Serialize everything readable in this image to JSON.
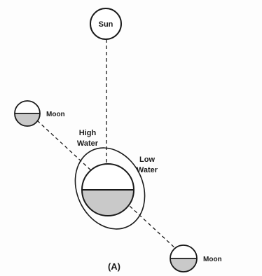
{
  "labels": {
    "sun": "Sun",
    "moon_upper": "Moon",
    "moon_lower": "Moon",
    "high_water_line1": "High",
    "high_water_line2": "Water",
    "low_water_line1": "Low",
    "low_water_line2": "Water",
    "panel": "(A)"
  },
  "colors": {
    "ink": "#1a1a1a",
    "dark_half_fill": "#c9c9c9",
    "background": "#fdfdfd"
  }
}
